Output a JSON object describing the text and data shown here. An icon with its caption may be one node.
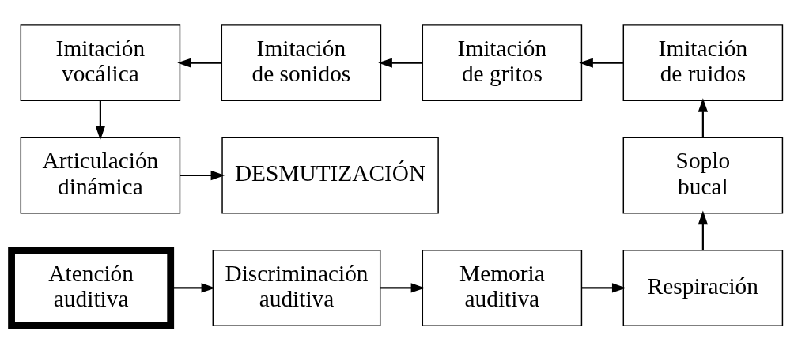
{
  "diagram": {
    "nodes": [
      {
        "text": [
          "Imitación vocálica"
        ]
      },
      {
        "text": [
          "Imitación de sonidos"
        ]
      },
      {
        "text": [
          "Imitación de gritos"
        ]
      },
      {
        "text": [
          "Imitación de ruidos"
        ]
      },
      {
        "text": [
          "Articulación dinámica"
        ]
      },
      {
        "text": [
          "DESMUTIZACIÓN"
        ]
      },
      {
        "text": [
          "Soplo bucal"
        ]
      },
      {
        "text": [
          "Atención auditiva"
        ]
      },
      {
        "text": [
          "Discriminación auditiva"
        ]
      },
      {
        "text": [
          "Memoria auditiva"
        ]
      },
      {
        "text": [
          "Respiración"
        ]
      }
    ],
    "edges": [
      {
        "from": 7,
        "to": 8,
        "arrow": "to"
      },
      {
        "from": 8,
        "to": 9,
        "arrow": "to"
      },
      {
        "from": 9,
        "to": 10,
        "arrow": "to"
      },
      {
        "from": 10,
        "to": 6,
        "arrow": "to"
      },
      {
        "from": 6,
        "to": 3,
        "arrow": "to"
      },
      {
        "from": 3,
        "to": 2,
        "arrow": "to"
      },
      {
        "from": 2,
        "to": 1,
        "arrow": "to"
      },
      {
        "from": 1,
        "to": 0,
        "arrow": "to"
      },
      {
        "from": 0,
        "to": 4,
        "arrow": "to"
      },
      {
        "from": 4,
        "to": 5,
        "arrow": "to"
      }
    ]
  }
}
